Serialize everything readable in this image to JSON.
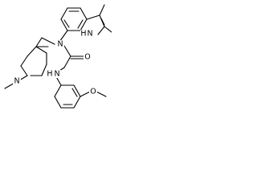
{
  "molecule": {
    "atoms": {
      "N1": "N",
      "H1": "H",
      "N_urea": "N",
      "O_carbonyl": "O",
      "N_amide": "N",
      "H_amide": "H",
      "N_pip": "N",
      "O_methoxy": "O"
    }
  }
}
